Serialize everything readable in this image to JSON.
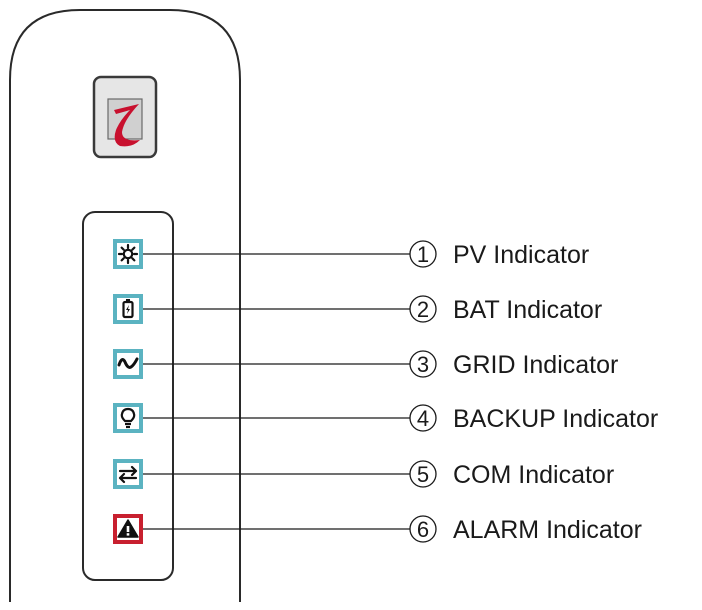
{
  "device": {
    "logo_glyph": "2",
    "logo_color": "#c8102e",
    "body_stroke": "#2a2a2a"
  },
  "indicators": [
    {
      "number": "1",
      "label": "PV Indicator",
      "icon": "sun-icon",
      "frame_color": "#5bb3c1"
    },
    {
      "number": "2",
      "label": "BAT Indicator",
      "icon": "battery-icon",
      "frame_color": "#5bb3c1"
    },
    {
      "number": "3",
      "label": "GRID Indicator",
      "icon": "sine-wave-icon",
      "frame_color": "#5bb3c1"
    },
    {
      "number": "4",
      "label": "BACKUP Indicator",
      "icon": "lightbulb-icon",
      "frame_color": "#5bb3c1"
    },
    {
      "number": "5",
      "label": "COM Indicator",
      "icon": "exchange-arrows-icon",
      "frame_color": "#5bb3c1"
    },
    {
      "number": "6",
      "label": "ALARM Indicator",
      "icon": "warning-triangle-icon",
      "frame_color": "#c8202f"
    }
  ]
}
